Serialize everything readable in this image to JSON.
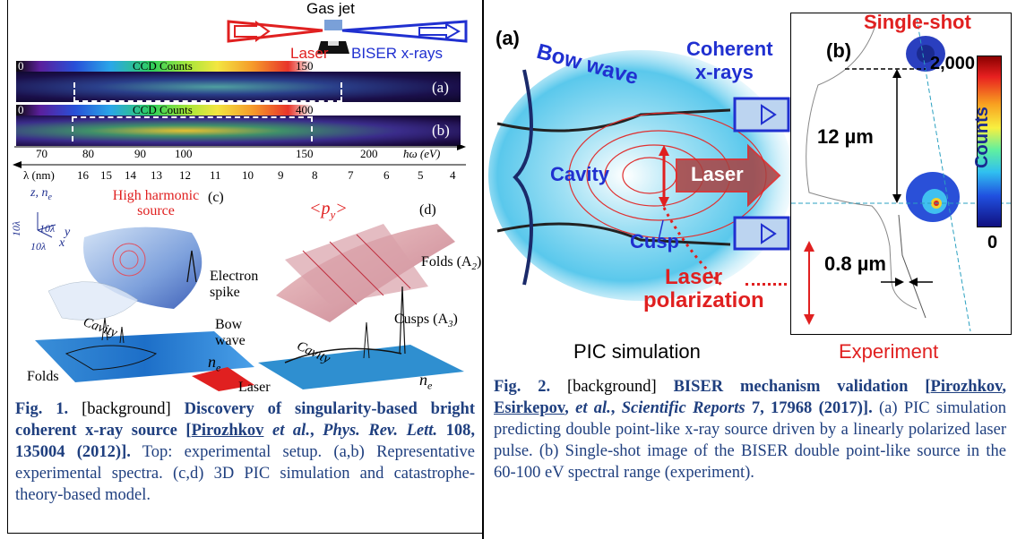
{
  "fig1": {
    "setup": {
      "gas_jet": "Gas jet",
      "laser": "Laser",
      "biser": "BISER x-rays"
    },
    "spectrum_a": {
      "cb_min": "0",
      "cb_label": "CCD Counts",
      "cb_max": "150",
      "panel": "(a)"
    },
    "spectrum_b": {
      "cb_min": "0",
      "cb_label": "CCD Counts",
      "cb_max": "400",
      "panel": "(b)"
    },
    "energy_axis": {
      "ticks": [
        "70",
        "80",
        "90",
        "100",
        "150",
        "200"
      ],
      "unit": "ħω (eV)"
    },
    "wavelength_axis": {
      "label": "λ (nm)",
      "ticks": [
        "16",
        "15",
        "14",
        "13",
        "12",
        "11",
        "10",
        "9",
        "8",
        "7",
        "6",
        "5",
        "4"
      ]
    },
    "panel_c": {
      "label": "(c)",
      "axes_z": "z, n",
      "axes_sub": "e",
      "ten_l0": "10λ",
      "y": "y",
      "x": "x",
      "hh_source": "High harmonic source",
      "electron_spike": "Electron spike",
      "bow_wave": "Bow wave",
      "cavity": "Cavity",
      "folds": "Folds",
      "laser": "Laser",
      "ne": "n"
    },
    "panel_d": {
      "label": "(d)",
      "py": "<p",
      "py_sub": "y",
      "folds": "Folds (A",
      "folds_sub": "2",
      "cusps": "Cusps (A",
      "cusps_sub": "3",
      "cavity": "Cavity",
      "ne": "n"
    },
    "caption": {
      "fig": "Fig. 1.",
      "bg": "[background]",
      "title": "Discovery of singularity-based bright coherent x-ray source [",
      "author": "Pirozhkov",
      "etal": "et al.",
      "journal": "Phys. Rev. Lett.",
      "ref": "108, 135004 (2012)].",
      "body": "Top: experimental setup. (a,b) Representative experimental spectra. (c,d) 3D PIC simulation and catastrophe-theory-based model."
    }
  },
  "fig2": {
    "panel_a": {
      "label": "(a)",
      "bow_wave": "Bow wave",
      "coherent": "Coherent",
      "xrays": "x-rays",
      "cavity": "Cavity",
      "laser": "Laser",
      "cusp": "Cusp",
      "laser_pol_1": "Laser",
      "laser_pol_2": "polarization",
      "pic": "PIC simulation"
    },
    "panel_b": {
      "label": "(b)",
      "single_shot": "Single-shot",
      "max_count": "2,000",
      "min_count": "0",
      "counts": "Counts",
      "sep": "12 µm",
      "width": "0.8 µm",
      "experiment": "Experiment"
    },
    "caption": {
      "fig": "Fig. 2.",
      "bg": "[background]",
      "title": "BISER mechanism validation [",
      "a1": "Pirozhkov",
      "a2": "Esirkepov",
      "etal": "et al.",
      "journal": "Scientific Reports",
      "ref": "7, 17968 (2017)].",
      "body": "(a) PIC simulation predicting double point-like x-ray source driven by a linearly polarized laser pulse. (b) Single-shot image of the BISER double point-like source in the 60-100 eV spectral range (experiment)."
    }
  }
}
